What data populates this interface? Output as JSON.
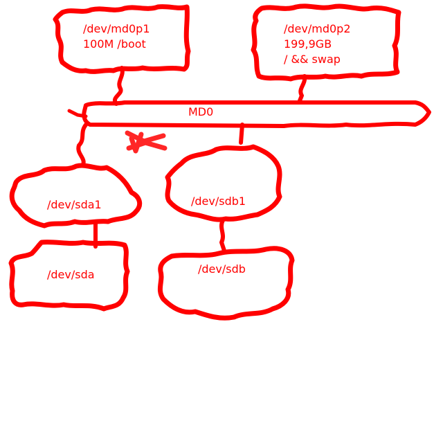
{
  "colors": {
    "ink": "#ff0000",
    "background": "#ffffff"
  },
  "nodes": {
    "md0p1": {
      "lines": [
        "/dev/md0p1",
        "100M /boot"
      ]
    },
    "md0p2": {
      "lines": [
        "/dev/md0p2",
        "199,9GB",
        "/ && swap"
      ]
    },
    "md0": {
      "label": "MD0"
    },
    "sda1": {
      "label": "/dev/sda1"
    },
    "sdb1": {
      "label": "/dev/sdb1"
    },
    "sda": {
      "label": "/dev/sda"
    },
    "sdb": {
      "label": "/dev/sdb"
    }
  }
}
